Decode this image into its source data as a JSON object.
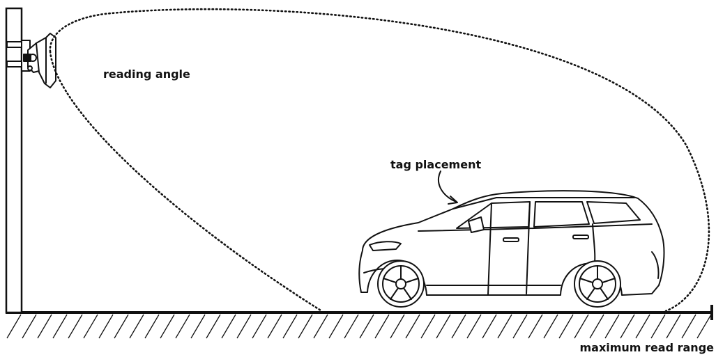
{
  "labels": {
    "reading_angle": "reading angle",
    "tag_placement": "tag placement",
    "max_range": "maximum read range"
  },
  "colors": {
    "ink": "#111111",
    "background": "#ffffff"
  },
  "icons": {
    "reader": "rfid-reader-icon",
    "vehicle": "suv-car-icon",
    "arrow": "curved-arrow-icon"
  }
}
